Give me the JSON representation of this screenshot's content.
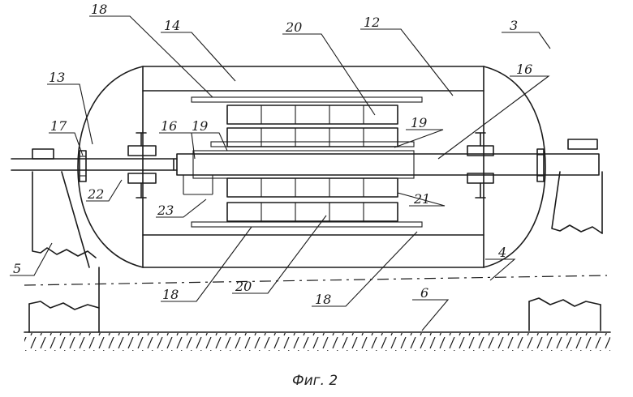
{
  "figure": {
    "caption": "Фиг. 2",
    "labels": {
      "l3": "3",
      "l4": "4",
      "l5": "5",
      "l6": "6",
      "l12": "12",
      "l13": "13",
      "l14": "14",
      "l16a": "16",
      "l16b": "16",
      "l17": "17",
      "l18a": "18",
      "l18b": "18",
      "l18c": "18",
      "l19a": "19",
      "l19b": "19",
      "l20a": "20",
      "l20b": "20",
      "l21": "21",
      "l22": "22",
      "l23": "23"
    }
  }
}
